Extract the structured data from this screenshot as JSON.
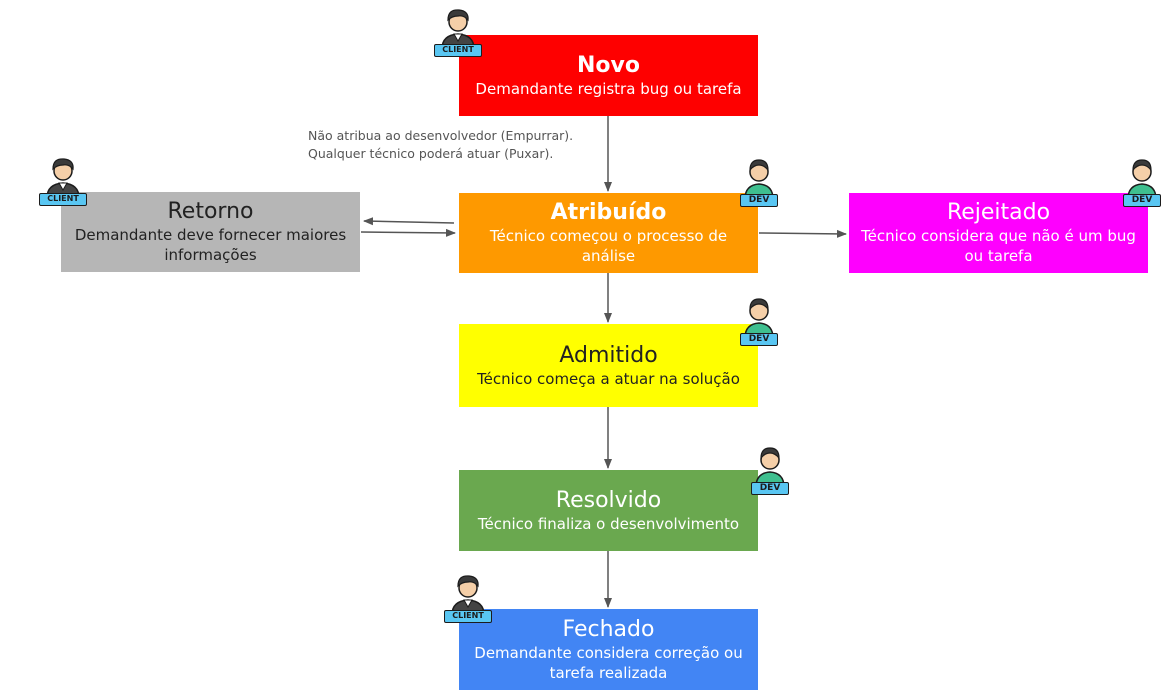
{
  "colors": {
    "novo": "#fe0000",
    "atribuido": "#fe9900",
    "retorno": "#b6b6b6",
    "rejeitado": "#fe00fe",
    "admitido": "#ffff00",
    "resolvido": "#6aa84f",
    "fechado": "#4285f4",
    "arrow": "#555555"
  },
  "roles": {
    "client": "CLIENT",
    "dev": "DEV"
  },
  "note": {
    "line1": "Não atribua ao desenvolvedor (Empurrar).",
    "line2": "Qualquer técnico poderá atuar (Puxar)."
  },
  "states": {
    "novo": {
      "title": "Novo",
      "description": "Demandante registra bug ou tarefa",
      "role": "client"
    },
    "atribuido": {
      "title": "Atribuído",
      "description": "Técnico começou o processo de análise",
      "role": "dev"
    },
    "retorno": {
      "title": "Retorno",
      "description": "Demandante deve fornecer maiores informações",
      "role": "client"
    },
    "rejeitado": {
      "title": "Rejeitado",
      "description": "Técnico considera que não é um bug ou tarefa",
      "role": "dev"
    },
    "admitido": {
      "title": "Admitido",
      "description": "Técnico começa a atuar na solução",
      "role": "dev"
    },
    "resolvido": {
      "title": "Resolvido",
      "description": "Técnico finaliza o desenvolvimento",
      "role": "dev"
    },
    "fechado": {
      "title": "Fechado",
      "description": "Demandante considera correção ou tarefa realizada",
      "role": "client"
    }
  },
  "transitions": [
    {
      "from": "novo",
      "to": "atribuido"
    },
    {
      "from": "atribuido",
      "to": "retorno"
    },
    {
      "from": "retorno",
      "to": "atribuido"
    },
    {
      "from": "atribuido",
      "to": "rejeitado"
    },
    {
      "from": "atribuido",
      "to": "admitido"
    },
    {
      "from": "admitido",
      "to": "resolvido"
    },
    {
      "from": "resolvido",
      "to": "fechado"
    }
  ]
}
